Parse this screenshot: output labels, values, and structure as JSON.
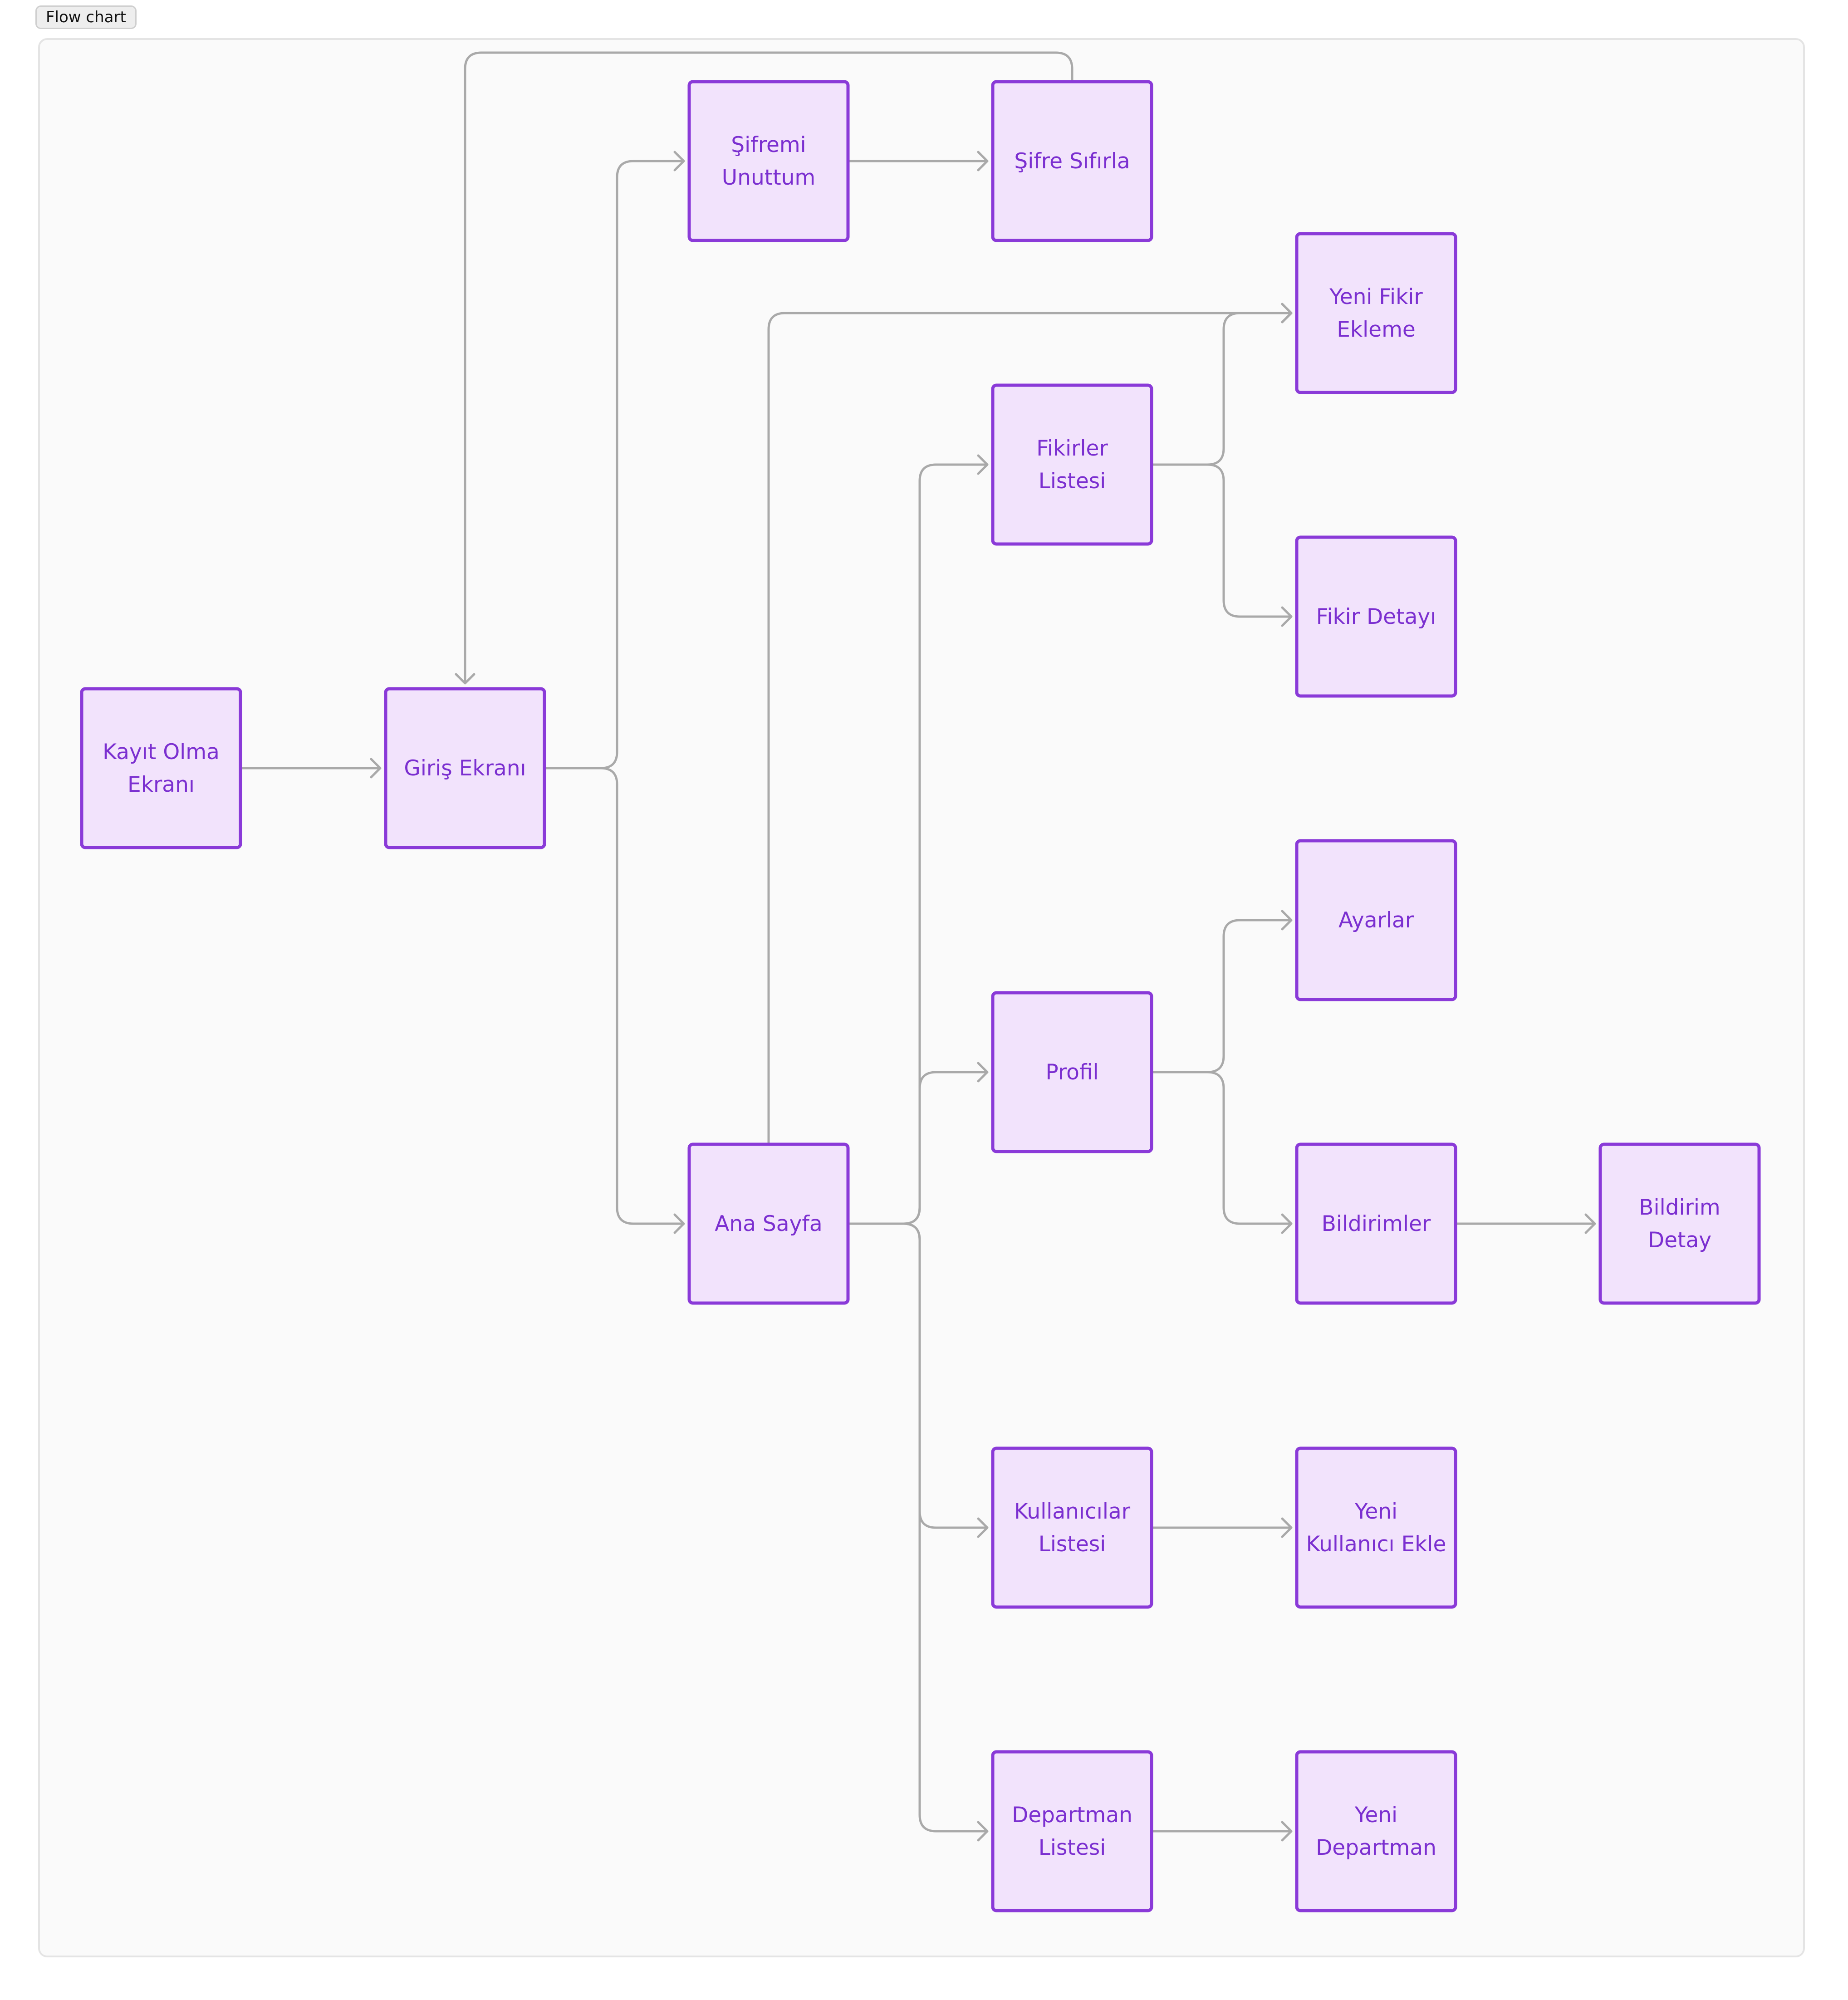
{
  "header": {
    "tag_label": "Flow chart"
  },
  "colors": {
    "canvas_bg": "#fafafa",
    "node_fill": "#f2e3fc",
    "node_stroke": "#8a3ad8",
    "node_text": "#7b2fd0",
    "edge": "#a9a9a9"
  },
  "nodes": [
    {
      "id": "kayit",
      "lines": [
        "Kayıt Olma",
        "Ekranı"
      ]
    },
    {
      "id": "giris",
      "lines": [
        "Giriş Ekranı"
      ]
    },
    {
      "id": "sifremi",
      "lines": [
        "Şifremi",
        "Unuttum"
      ]
    },
    {
      "id": "sifre",
      "lines": [
        "Şifre Sıfırla"
      ]
    },
    {
      "id": "yenifikir",
      "lines": [
        "Yeni Fikir",
        "Ekleme"
      ]
    },
    {
      "id": "fikirler",
      "lines": [
        "Fikirler",
        "Listesi"
      ]
    },
    {
      "id": "fikirdetay",
      "lines": [
        "Fikir Detayı"
      ]
    },
    {
      "id": "ayarlar",
      "lines": [
        "Ayarlar"
      ]
    },
    {
      "id": "profil",
      "lines": [
        "Profil"
      ]
    },
    {
      "id": "anasayfa",
      "lines": [
        "Ana Sayfa"
      ]
    },
    {
      "id": "bildirimler",
      "lines": [
        "Bildirimler"
      ]
    },
    {
      "id": "bildirimdetay",
      "lines": [
        "Bildirim",
        "Detay"
      ]
    },
    {
      "id": "kullanicilar",
      "lines": [
        "Kullanıcılar",
        "Listesi"
      ]
    },
    {
      "id": "yenikullanici",
      "lines": [
        "Yeni",
        "Kullanıcı Ekle"
      ]
    },
    {
      "id": "departman",
      "lines": [
        "Departman",
        "Listesi"
      ]
    },
    {
      "id": "yenidepartman",
      "lines": [
        "Yeni",
        "Departman"
      ]
    }
  ],
  "edges": [
    {
      "from": "kayit",
      "to": "giris"
    },
    {
      "from": "giris",
      "to": "sifremi"
    },
    {
      "from": "giris",
      "to": "anasayfa"
    },
    {
      "from": "sifremi",
      "to": "sifre"
    },
    {
      "from": "sifre",
      "to": "giris"
    },
    {
      "from": "anasayfa",
      "to": "yenifikir"
    },
    {
      "from": "anasayfa",
      "to": "fikirler"
    },
    {
      "from": "anasayfa",
      "to": "profil"
    },
    {
      "from": "anasayfa",
      "to": "kullanicilar"
    },
    {
      "from": "anasayfa",
      "to": "departman"
    },
    {
      "from": "fikirler",
      "to": "yenifikir"
    },
    {
      "from": "fikirler",
      "to": "fikirdetay"
    },
    {
      "from": "profil",
      "to": "ayarlar"
    },
    {
      "from": "profil",
      "to": "bildirimler"
    },
    {
      "from": "bildirimler",
      "to": "bildirimdetay"
    },
    {
      "from": "kullanicilar",
      "to": "yenikullanici"
    },
    {
      "from": "departman",
      "to": "yenidepartman"
    }
  ]
}
